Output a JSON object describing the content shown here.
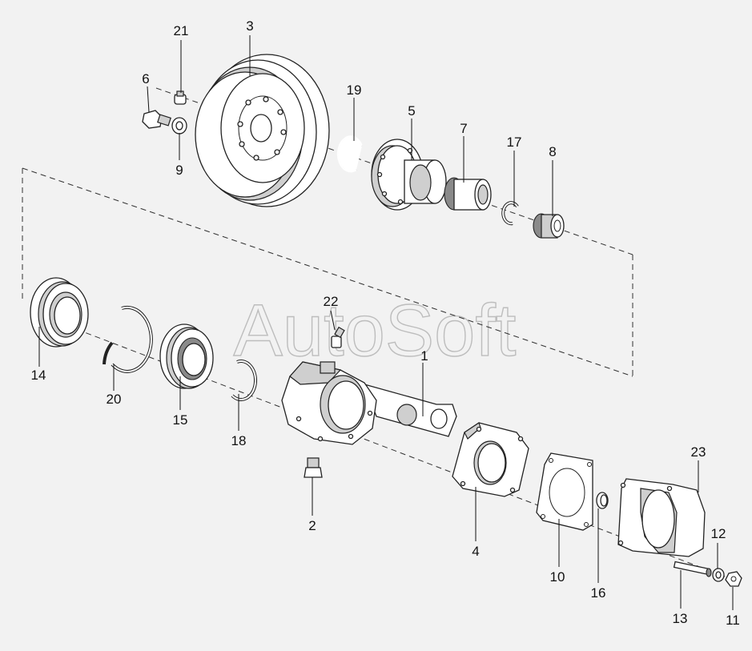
{
  "watermark": "AutoSoft",
  "callouts": {
    "c1": "1",
    "c2": "2",
    "c3": "3",
    "c4": "4",
    "c5": "5",
    "c6": "6",
    "c7": "7",
    "c8": "8",
    "c9": "9",
    "c10": "10",
    "c11": "11",
    "c12": "12",
    "c13": "13",
    "c14": "14",
    "c15": "15",
    "c16": "16",
    "c17": "17",
    "c18": "18",
    "c19": "19",
    "c20": "20",
    "c21": "21",
    "c22": "22",
    "c23": "23"
  },
  "colors": {
    "background": "#f2f2f2",
    "line": "#222222",
    "watermark": "#bdbdbd"
  }
}
